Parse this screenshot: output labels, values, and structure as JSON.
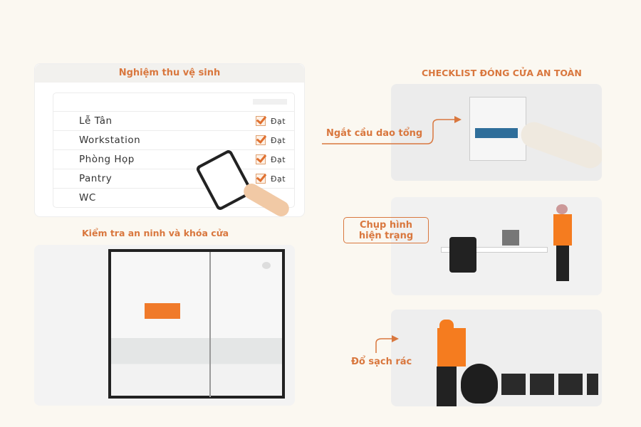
{
  "left": {
    "card_title": "Nghiệm thu vệ sinh",
    "rows": [
      {
        "label": "Lễ Tân",
        "checked": true,
        "status": "Đạt"
      },
      {
        "label": "Workstation",
        "checked": true,
        "status": "Đạt"
      },
      {
        "label": "Phòng Họp",
        "checked": true,
        "status": "Đạt"
      },
      {
        "label": "Pantry",
        "checked": true,
        "status": "Đạt"
      },
      {
        "label": "WC",
        "checked": false,
        "status": ""
      }
    ],
    "security_title": "Kiểm tra an ninh và khóa cửa"
  },
  "right": {
    "title": "CHECKLIST ĐÓNG CỬA AN TOÀN",
    "steps": [
      {
        "label": "Ngắt cầu dao tổng"
      },
      {
        "label_line1": "Chụp hình",
        "label_line2": "hiện trạng"
      },
      {
        "label": "Đổ sạch rác"
      }
    ]
  },
  "colors": {
    "accent": "#d9773e",
    "uniform": "#f57c1f"
  }
}
